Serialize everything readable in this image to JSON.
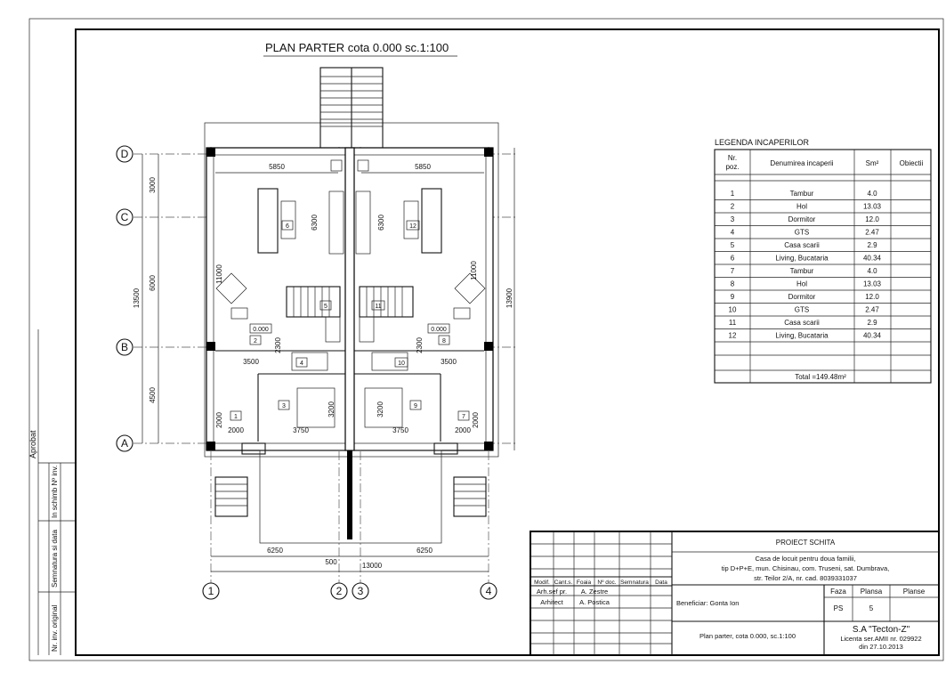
{
  "plan": {
    "title": "PLAN PARTER cota 0.000 sc.1:100",
    "axes_letters": [
      "D",
      "C",
      "B",
      "A"
    ],
    "axes_numbers": [
      "1",
      "2",
      "3",
      "4"
    ],
    "dims": {
      "d5850_left": "5850",
      "d5850_right": "5850",
      "d3000": "3000",
      "d6000": "6000",
      "d4500": "4500",
      "d13500": "13500",
      "d13900": "13900",
      "d6300_left": "6300",
      "d6300_right": "6300",
      "d11000_left": "11000",
      "d11000_right": "11000",
      "d2300_left": "2300",
      "d2300_right": "2300",
      "d3500_left": "3500",
      "d3500_right": "3500",
      "d3200_left": "3200",
      "d3200_right": "3200",
      "d2000_lv": "2000",
      "d2000_rv": "2000",
      "d2000_lh": "2000",
      "d2000_rh": "2000",
      "d3750_left": "3750",
      "d3750_right": "3750",
      "d6250_left": "6250",
      "d6250_right": "6250",
      "d500": "500",
      "d13000": "13000"
    },
    "levels": {
      "left": "0.000",
      "right": "0.000"
    },
    "room_tags": [
      "1",
      "2",
      "3",
      "4",
      "5",
      "6",
      "7",
      "8",
      "9",
      "10",
      "11",
      "12"
    ]
  },
  "legend": {
    "title": "LEGENDA INCAPERILOR",
    "headers": {
      "nr": "Nr.\npoz.",
      "name": "Denumirea incaperii",
      "sm": "Sm²",
      "obj": "Obiectii"
    },
    "rows": [
      {
        "nr": "1",
        "name": "Tambur",
        "sm": "4.0"
      },
      {
        "nr": "2",
        "name": "Hol",
        "sm": "13.03"
      },
      {
        "nr": "3",
        "name": "Dormitor",
        "sm": "12.0"
      },
      {
        "nr": "4",
        "name": "GTS",
        "sm": "2.47"
      },
      {
        "nr": "5",
        "name": "Casa scarii",
        "sm": "2.9"
      },
      {
        "nr": "6",
        "name": "Living, Bucataria",
        "sm": "40.34"
      },
      {
        "nr": "7",
        "name": "Tambur",
        "sm": "4.0"
      },
      {
        "nr": "8",
        "name": "Hol",
        "sm": "13.03"
      },
      {
        "nr": "9",
        "name": "Dormitor",
        "sm": "12.0"
      },
      {
        "nr": "10",
        "name": "GTS",
        "sm": "2.47"
      },
      {
        "nr": "11",
        "name": "Casa scarii",
        "sm": "2.9"
      },
      {
        "nr": "12",
        "name": "Living, Bucataria",
        "sm": "40.34"
      }
    ],
    "total": "Total      =149.48m²"
  },
  "title_block": {
    "project_type": "PROIECT SCHITA",
    "desc_line1": "Casa de locuit pentru doua familii,",
    "desc_line2": "tip D+P+E, mun. Chisinau, com. Truseni, sat. Dumbrava,",
    "desc_line3": "str. Teilor 2/A, nr. cad. 8039331037",
    "col_headers": [
      "Modif.",
      "Cant.s.",
      "Foaia",
      "Nº doc.",
      "Semnatura",
      "Data"
    ],
    "roles": [
      {
        "role": "Arh.sef pr.",
        "name": "A. Zestre"
      },
      {
        "role": "Arhitect",
        "name": "A. Postica"
      }
    ],
    "beneficiar": "Beneficiar: Gonta Ion",
    "faza_label": "Faza",
    "faza_value": "PS",
    "plansa_label": "Plansa",
    "plansa_value": "5",
    "planse_label": "Planse",
    "drawing_name": "Plan parter, cota 0.000, sc.1:100",
    "company": "S.A \"Tecton-Z\"",
    "licence_line1": "Licenta ser.AMII nr. 029922",
    "licence_line2": "din 27.10.2013"
  },
  "side_stamp": {
    "aprobat": "Aprobat",
    "labels": [
      "Nr. inv. original",
      "Semnatura si data",
      "In schimb Nº inv."
    ]
  }
}
